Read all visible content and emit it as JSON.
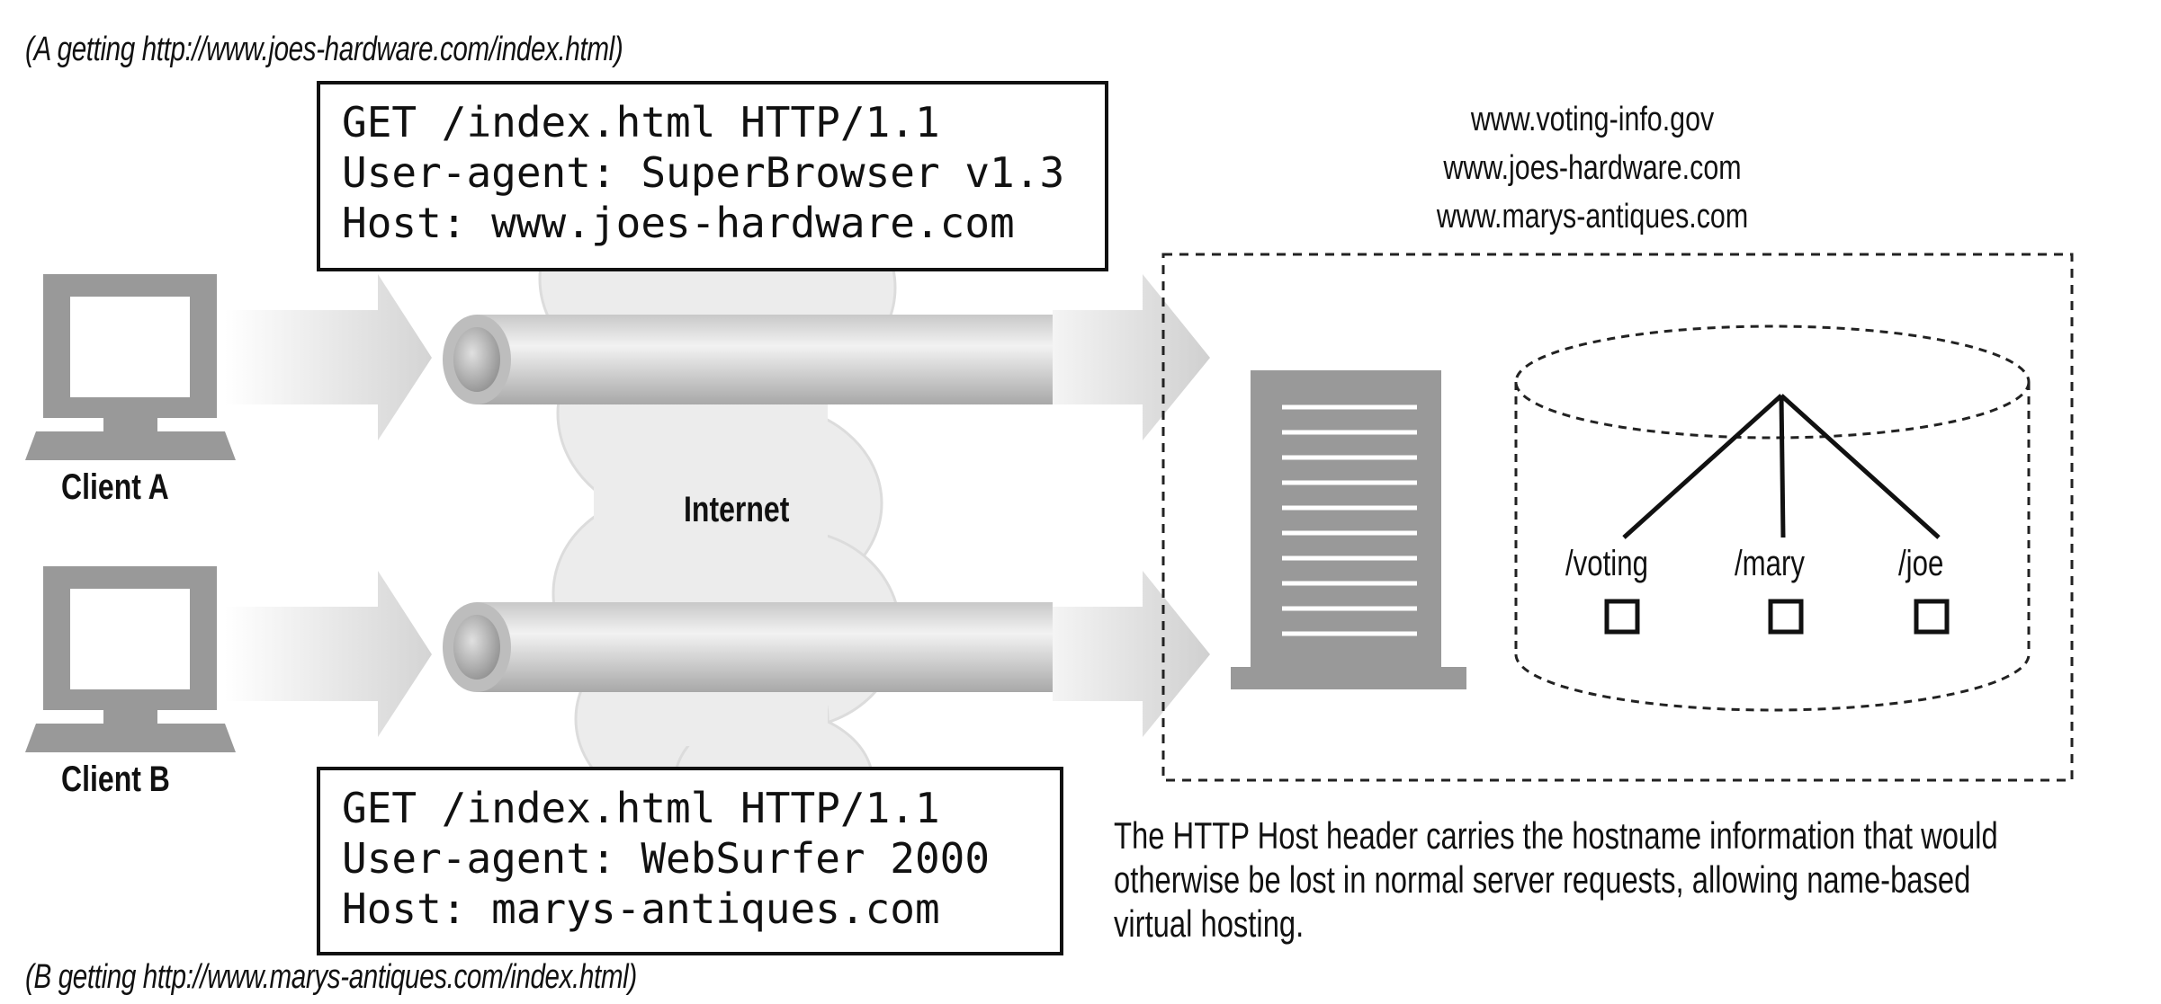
{
  "captions": {
    "a": "(A getting http://www.joes-hardware.com/index.html)",
    "b": "(B getting http://www.marys-antiques.com/index.html)"
  },
  "request_a": {
    "lines": [
      "GET /index.html HTTP/1.1",
      "User-agent: SuperBrowser v1.3",
      "Host: www.joes-hardware.com"
    ]
  },
  "request_b": {
    "lines": [
      "GET /index.html HTTP/1.1",
      "User-agent: WebSurfer 2000",
      "Host: marys-antiques.com"
    ]
  },
  "clients": {
    "a": "Client A",
    "b": "Client B"
  },
  "internet_label": "Internet",
  "hosts": [
    "www.voting-info.gov",
    "www.joes-hardware.com",
    "www.marys-antiques.com"
  ],
  "paths": [
    "/voting",
    "/mary",
    "/joe"
  ],
  "note_lines": [
    "The HTTP Host header carries the hostname information that would",
    "otherwise be lost in normal server requests, allowing name-based",
    "virtual hosting."
  ],
  "icons": {
    "client": "computer-monitor-icon",
    "server": "server-tower-icon",
    "storage": "disk-cylinder-icon",
    "file": "file-square-icon"
  },
  "colors": {
    "ink": "#111111",
    "gray": "#999999",
    "light_gray": "#e2e2e2"
  }
}
